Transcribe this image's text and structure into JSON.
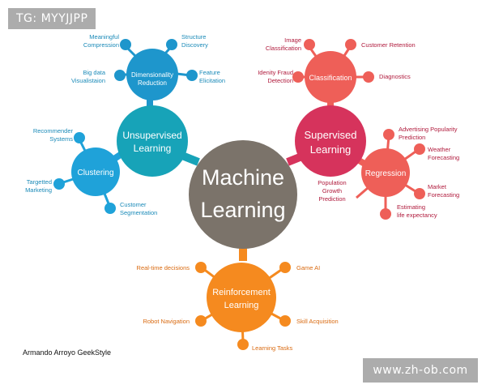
{
  "watermarks": {
    "top_left": "TG: MYYJJPP",
    "bottom_right": "www.zh-ob.com"
  },
  "credit": "Armando Arroyo GeekStyle",
  "colors": {
    "center": "#7b736a",
    "unsupervised": "#17a3b8",
    "supervised": "#d6335c",
    "supervised_light": "#ee5f58",
    "reinforcement": "#f58a1f",
    "clustering": "#1fa2d9",
    "dimensionality": "#1e96cc",
    "unsupervised_text": "#1a8ab8",
    "supervised_text": "#b01a3c",
    "reinforcement_text": "#d96a10"
  },
  "diagram": {
    "center": {
      "label_line1": "Machine",
      "label_line2": "Learning"
    },
    "unsupervised": {
      "label_line1": "Unsupervised",
      "label_line2": "Learning",
      "clustering": {
        "label": "Clustering",
        "leaves": [
          {
            "line1": "Recommender",
            "line2": "Systems"
          },
          {
            "line1": "Targetted",
            "line2": "Marketing"
          },
          {
            "line1": "Customer",
            "line2": "Segmentation"
          }
        ]
      },
      "dimensionality": {
        "label_line1": "Dimensionality",
        "label_line2": "Reduction",
        "leaves": [
          {
            "line1": "Meaningful",
            "line2": "Compression"
          },
          {
            "line1": "Structure",
            "line2": "Discovery"
          },
          {
            "line1": "Big data",
            "line2": "Visualistaion"
          },
          {
            "line1": "Feature",
            "line2": "Elicitation"
          }
        ]
      }
    },
    "supervised": {
      "label_line1": "Supervised",
      "label_line2": "Learning",
      "classification": {
        "label": "Classification",
        "leaves": [
          {
            "line1": "Image",
            "line2": "Classification"
          },
          {
            "line1": "Customer Retention",
            "line2": ""
          },
          {
            "line1": "Idenity Fraud",
            "line2": "Detection"
          },
          {
            "line1": "Diagnostics",
            "line2": ""
          }
        ]
      },
      "regression": {
        "label": "Regression",
        "leaves": [
          {
            "line1": "Advertising Popularity",
            "line2": "Prediction"
          },
          {
            "line1": "Weather",
            "line2": "Forecasting"
          },
          {
            "line1": "Market",
            "line2": "Forecasting"
          },
          {
            "line1": "Estimating",
            "line2": "life expectancy"
          },
          {
            "line1": "Population",
            "line2": "Growth",
            "line3": "Prediction"
          }
        ]
      }
    },
    "reinforcement": {
      "label_line1": "Reinforcement",
      "label_line2": "Learning",
      "leaves": [
        {
          "line1": "Real-time decisions"
        },
        {
          "line1": "Game AI"
        },
        {
          "line1": "Robot Navigation"
        },
        {
          "line1": "Skill Acquisition"
        },
        {
          "line1": "Learning Tasks"
        }
      ]
    }
  }
}
